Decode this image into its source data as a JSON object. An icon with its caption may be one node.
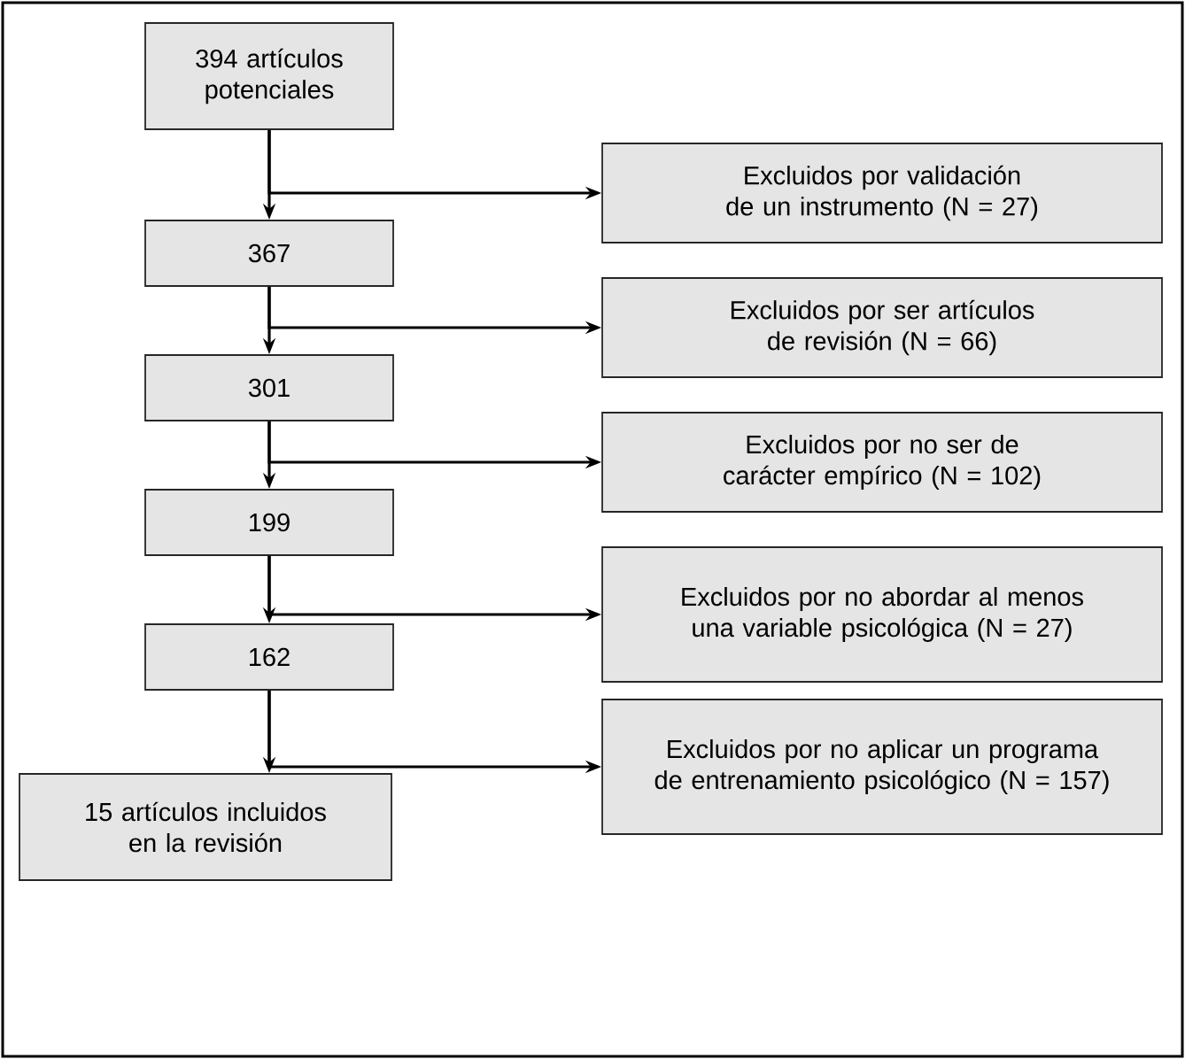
{
  "diagram": {
    "nodes": [
      {
        "text": [
          "394 artículos potenciales"
        ]
      },
      {
        "text": [
          "Excluidos por validación de un instrumento (N = 27)"
        ]
      },
      {
        "text": [
          "367"
        ]
      },
      {
        "text": [
          "Excluidos por ser artículos de revisión (N = 66)"
        ]
      },
      {
        "text": [
          "301"
        ]
      },
      {
        "text": [
          "Excluidos por no ser de carácter empírico (N = 102)"
        ]
      },
      {
        "text": [
          "199"
        ]
      },
      {
        "text": [
          "Excluidos por no abordar al menos una variable psicológica (N = 27)"
        ]
      },
      {
        "text": [
          "162"
        ]
      },
      {
        "text": [
          "Excluidos por no aplicar un programa de entrenamiento psicológico (N = 157)"
        ]
      },
      {
        "text": [
          "15 artículos incluidos en la revisión"
        ]
      }
    ],
    "edges": [
      {
        "from": 0,
        "to": 2,
        "arrow": "to"
      },
      {
        "from": 0,
        "to": 1,
        "arrow": "to"
      },
      {
        "from": 2,
        "to": 4,
        "arrow": "to"
      },
      {
        "from": 2,
        "to": 3,
        "arrow": "to"
      },
      {
        "from": 4,
        "to": 6,
        "arrow": "to"
      },
      {
        "from": 4,
        "to": 5,
        "arrow": "to"
      },
      {
        "from": 6,
        "to": 8,
        "arrow": "to"
      },
      {
        "from": 6,
        "to": 7,
        "arrow": "to"
      },
      {
        "from": 8,
        "to": 10,
        "arrow": "to"
      },
      {
        "from": 8,
        "to": 9,
        "arrow": "to"
      }
    ]
  }
}
